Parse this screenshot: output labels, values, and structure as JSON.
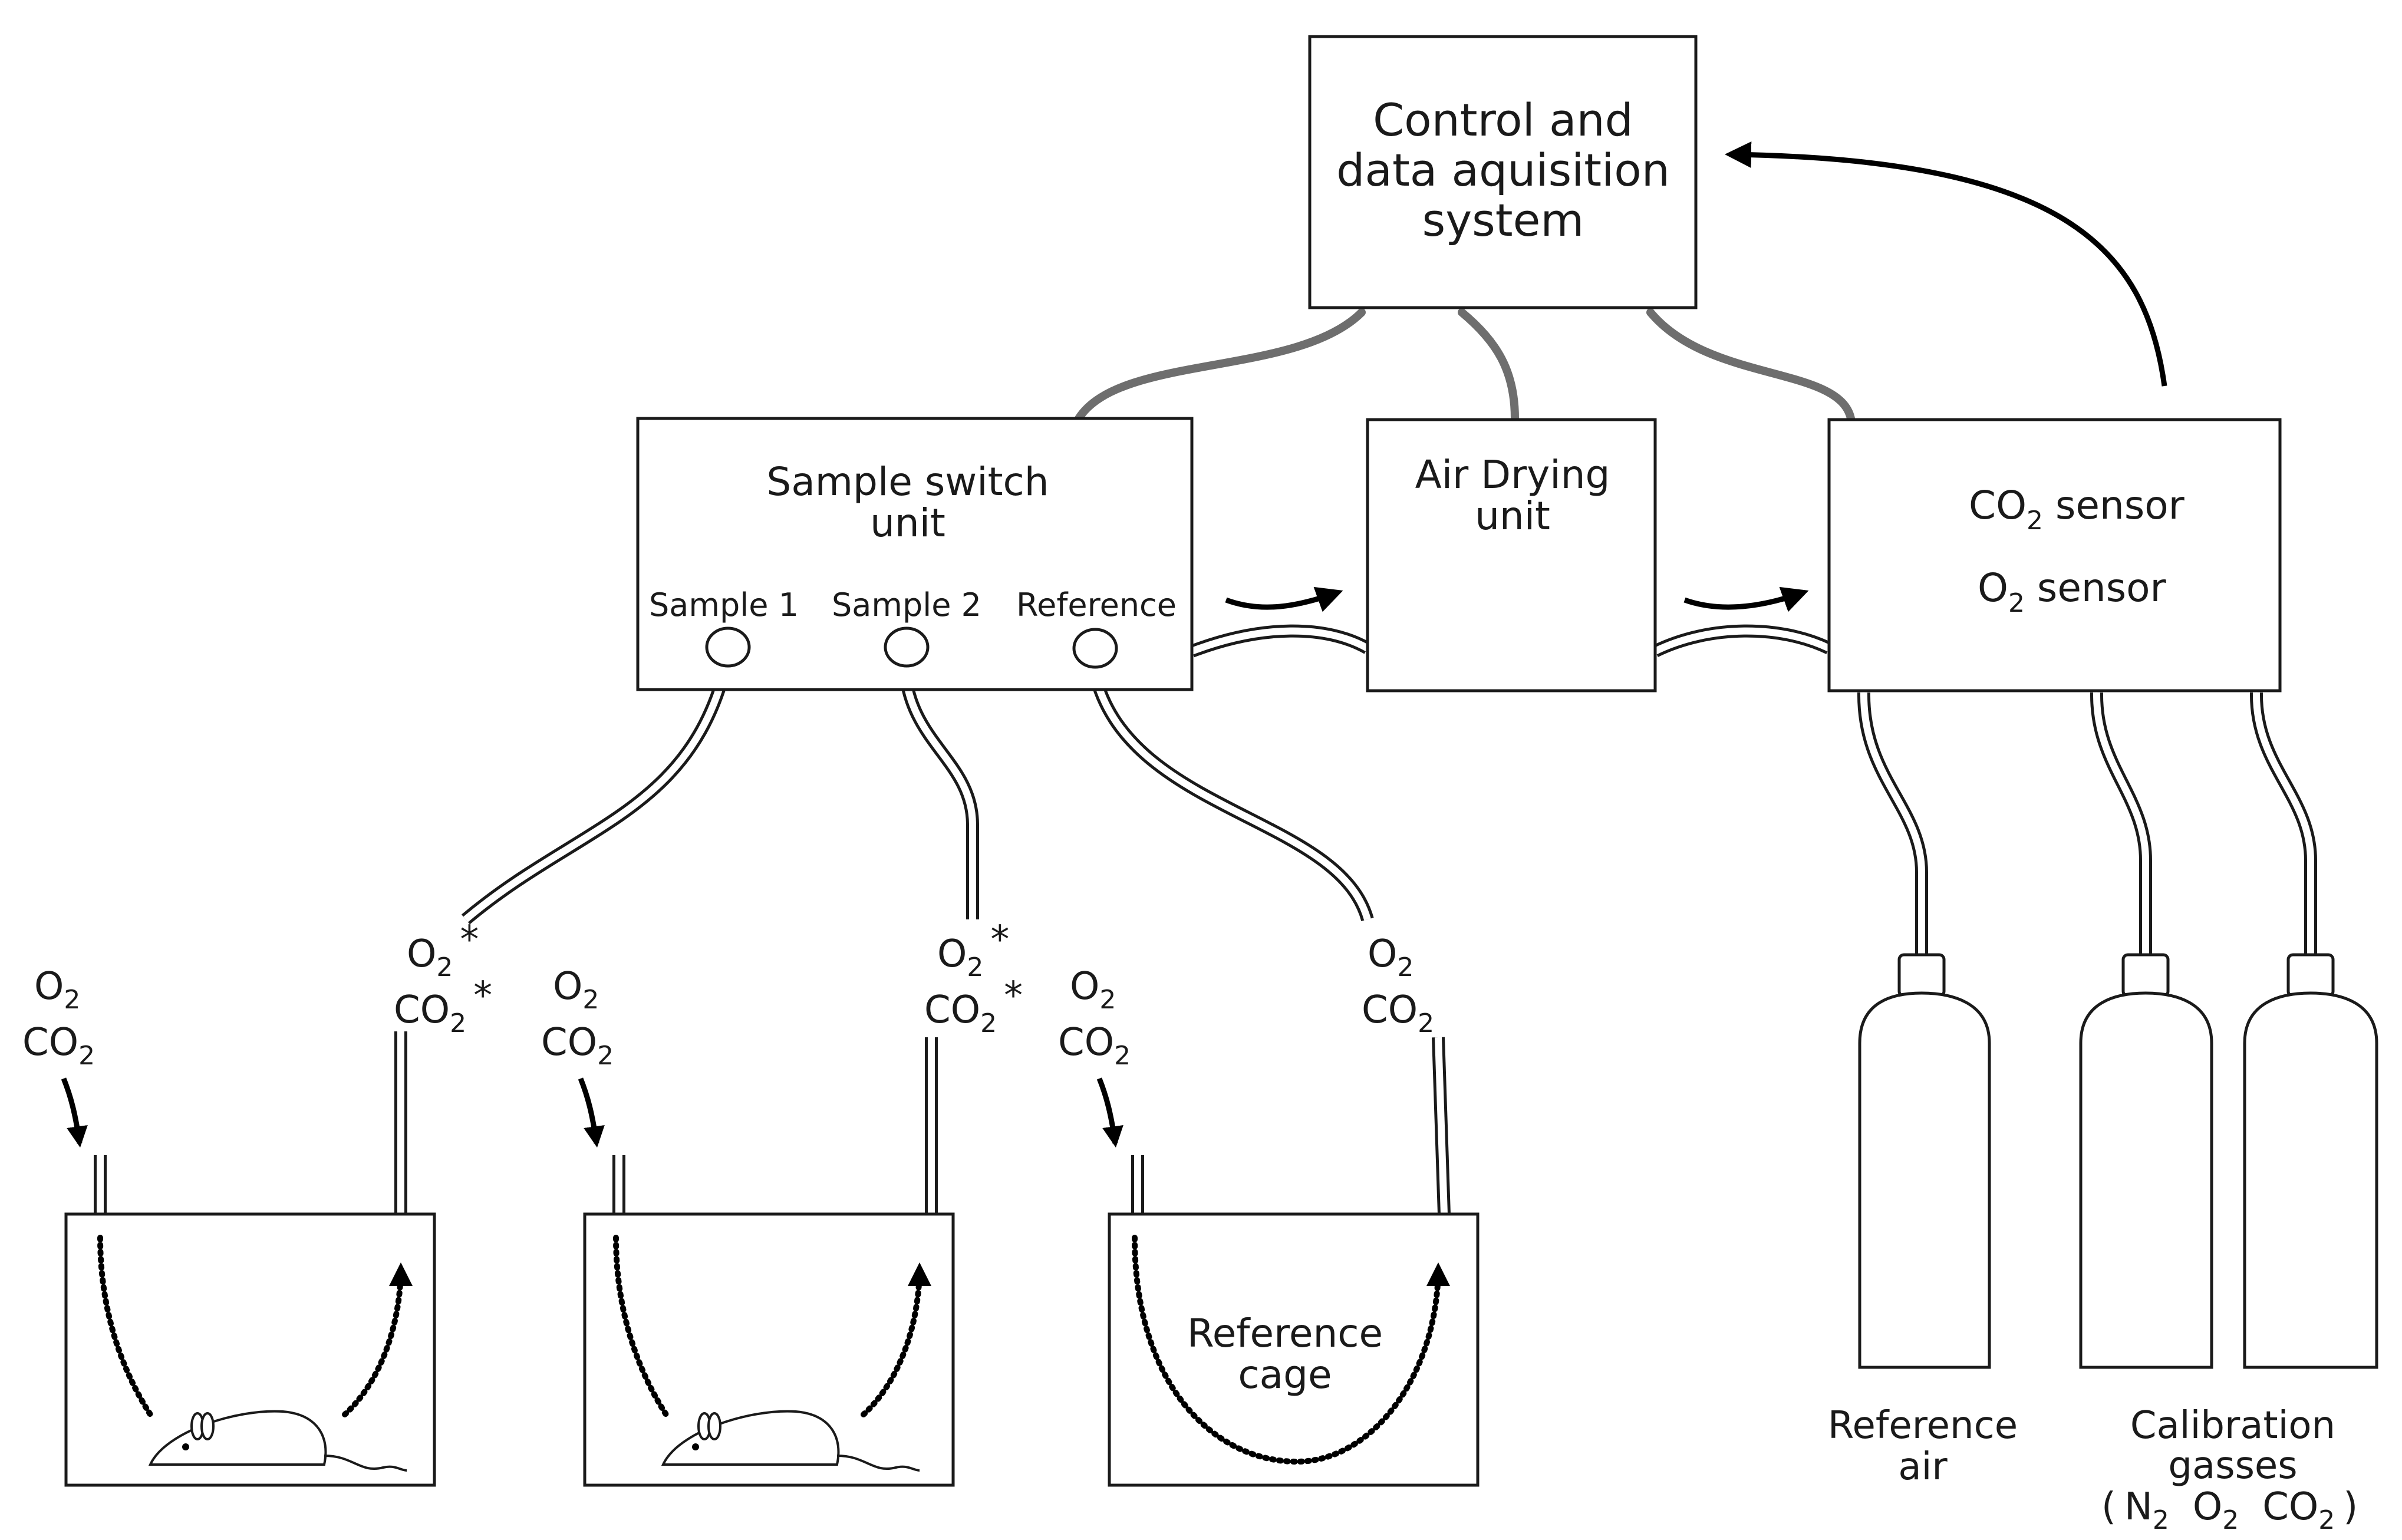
{
  "control": {
    "line1": "Control and",
    "line2": "data aquisition",
    "line3": "system"
  },
  "switch_unit": {
    "line1": "Sample switch",
    "line2": "unit",
    "port1": "Sample 1",
    "port2": "Sample 2",
    "port3": "Reference"
  },
  "drying_unit": {
    "line1": "Air Drying",
    "line2": "unit"
  },
  "sensor_unit": {
    "co2_main": "CO",
    "co2_sub": "2",
    "co2_tail": " sensor",
    "o2_main": "O",
    "o2_sub": "2",
    "o2_tail": " sensor"
  },
  "gas": {
    "o2": "O",
    "co2": "CO",
    "sub": "2",
    "star": "*"
  },
  "reference_cage": {
    "line1": "Reference",
    "line2": "cage"
  },
  "cylinders": {
    "reference_line1": "Reference",
    "reference_line2": "air",
    "calib_line1": "Calibration",
    "calib_line2": "gasses",
    "open_paren": "(",
    "n": "N",
    "o": "O",
    "co": "CO",
    "sub": "2",
    "close_paren": ")"
  }
}
